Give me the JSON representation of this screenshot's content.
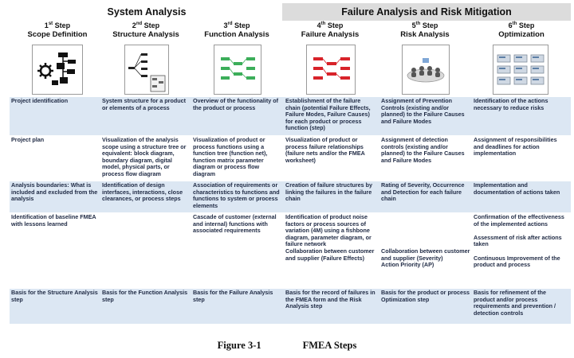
{
  "bands": {
    "left": "System Analysis",
    "right": "Failure Analysis and Risk Mitigation"
  },
  "steps": [
    {
      "num": "1",
      "suffix": "st",
      "word": "Step",
      "name": "Scope Definition",
      "icon": "scope-definition-icon"
    },
    {
      "num": "2",
      "suffix": "nd",
      "word": "Step",
      "name": "Structure Analysis",
      "icon": "structure-tree-icon"
    },
    {
      "num": "3",
      "suffix": "rd",
      "word": "Step",
      "name": "Function Analysis",
      "icon": "function-net-icon"
    },
    {
      "num": "4",
      "suffix": "th",
      "word": "Step",
      "name": "Failure Analysis",
      "icon": "failure-net-icon"
    },
    {
      "num": "5",
      "suffix": "th",
      "word": "Step",
      "name": "Risk Analysis",
      "icon": "risk-group-icon"
    },
    {
      "num": "6",
      "suffix": "th",
      "word": "Step",
      "name": "Optimization",
      "icon": "optimization-table-icon"
    }
  ],
  "rows": [
    [
      "Project identification",
      "System structure for a product or elements of a process",
      "Overview of the functionality of the product or process",
      "Establishment of the failure chain (potential Failure Effects, Failure Modes, Failure Causes) for each product or process function (step)",
      "Assignment of Prevention Controls (existing and/or planned) to the Failure Causes and Failure Modes",
      "Identification of the actions necessary to reduce risks"
    ],
    [
      "Project plan",
      "Visualization of the analysis scope using a structure tree or equivalent: block diagram, boundary diagram, digital model, physical parts, or process flow diagram",
      "Visualization of product or process functions using a function tree (function net), function matrix parameter diagram or process flow diagram",
      "Visualization of product or process failure relationships (failure nets and/or the FMEA worksheet)",
      "Assignment of detection controls (existing and/or planned) to the Failure Causes and Failure Modes",
      "Assignment of responsibilities and deadlines for action implementation"
    ],
    [
      "Analysis boundaries: What is included and excluded from the analysis",
      "Identification of design interfaces, interactions, close clearances, or process steps",
      "Association of requirements or characteristics to functions and functions to system or process elements",
      "Creation of failure structures by linking the failures in the failure chain",
      "Rating of Severity, Occurrence and Detection for each failure chain",
      "Implementation and documentation of actions taken"
    ],
    [
      "Identification of baseline FMEA with lessons learned",
      "",
      "Cascade of customer (external and internal) functions with associated requirements",
      "Identification of product noise factors or process sources of variation (4M) using a fishbone diagram, parameter diagram, or failure network\nCollaboration between customer and supplier (Failure Effects)",
      "\n\n\n\n\nCollaboration between customer and supplier (Severity)\nAction Priority  (AP)",
      "Confirmation of the effectiveness of the implemented actions\n\nAssessment of risk after actions taken\n\nContinuous Improvement of the product and process"
    ],
    [
      "Basis for the Structure Analysis step",
      "Basis for the Function Analysis step",
      "Basis for the Failure Analysis step",
      "Basis for the record of failures in the FMEA form and the Risk Analysis step",
      "Basis for the product or process Optimization step",
      "Basis for refinement of the product and/or process requirements and prevention / detection controls"
    ]
  ],
  "caption": {
    "figure": "Figure 3-1",
    "title": "FMEA Steps"
  }
}
